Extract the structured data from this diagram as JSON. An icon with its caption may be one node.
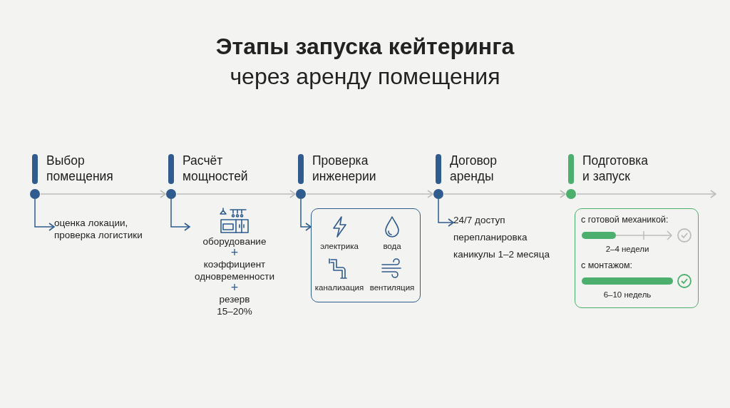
{
  "diagram": {
    "title": "**Этапы запуска кейтеринга** через аренду помещения",
    "nodes": [
      {
        "text": [
          "Выбор помещения"
        ]
      },
      {
        "text": [],
        "shape": "circle"
      },
      {
        "text": [
          "оценка локации, проверка логистики"
        ]
      },
      {
        "text": [
          "Расчёт мощностей"
        ]
      },
      {
        "text": [],
        "shape": "circle"
      },
      {
        "text": [
          "оборудование",
          "+",
          "коэффициент одновременности",
          "+",
          "резерв 15–20%"
        ]
      },
      {
        "text": [
          "Проверка инженерии"
        ]
      },
      {
        "text": [],
        "shape": "circle"
      },
      {
        "text": [],
        "shape": "box"
      },
      {
        "text": [
          "электрика"
        ],
        "in": 8
      },
      {
        "text": [
          "вода"
        ],
        "in": 8
      },
      {
        "text": [
          "канализация"
        ],
        "in": 8
      },
      {
        "text": [
          "вентиляция"
        ],
        "in": 8
      },
      {
        "text": [
          "Договор аренды"
        ]
      },
      {
        "text": [],
        "shape": "circle"
      },
      {
        "text": [
          "24/7 доступ",
          "перепланировка",
          "каникулы 1–2 месяца"
        ]
      },
      {
        "text": [
          "Подготовка и запуск"
        ]
      },
      {
        "text": [],
        "shape": "circle"
      },
      {
        "text": [],
        "shape": "box"
      },
      {
        "text": [
          "с готовой механикой:",
          "2–4 недели"
        ],
        "in": 18
      },
      {
        "text": [
          "с монтажом:",
          "6–10 недель"
        ],
        "in": 18
      }
    ],
    "edges": [
      {
        "from": 1,
        "to": 4,
        "arrow": "to"
      },
      {
        "from": 4,
        "to": 7,
        "arrow": "to"
      },
      {
        "from": 7,
        "to": 14,
        "arrow": "to"
      },
      {
        "from": 14,
        "to": 17,
        "arrow": "to"
      },
      {
        "from": 17,
        "to": null,
        "arrow": "to"
      },
      {
        "from": 1,
        "to": 2,
        "arrow": "to",
        "color": "#2f5b8f"
      },
      {
        "from": 4,
        "to": 5,
        "arrow": "to",
        "color": "#2f5b8f"
      },
      {
        "from": 7,
        "to": 8,
        "arrow": "to",
        "color": "#2f5b8f"
      },
      {
        "from": 14,
        "to": 15,
        "arrow": "to",
        "color": "#2f5b8f"
      }
    ]
  }
}
